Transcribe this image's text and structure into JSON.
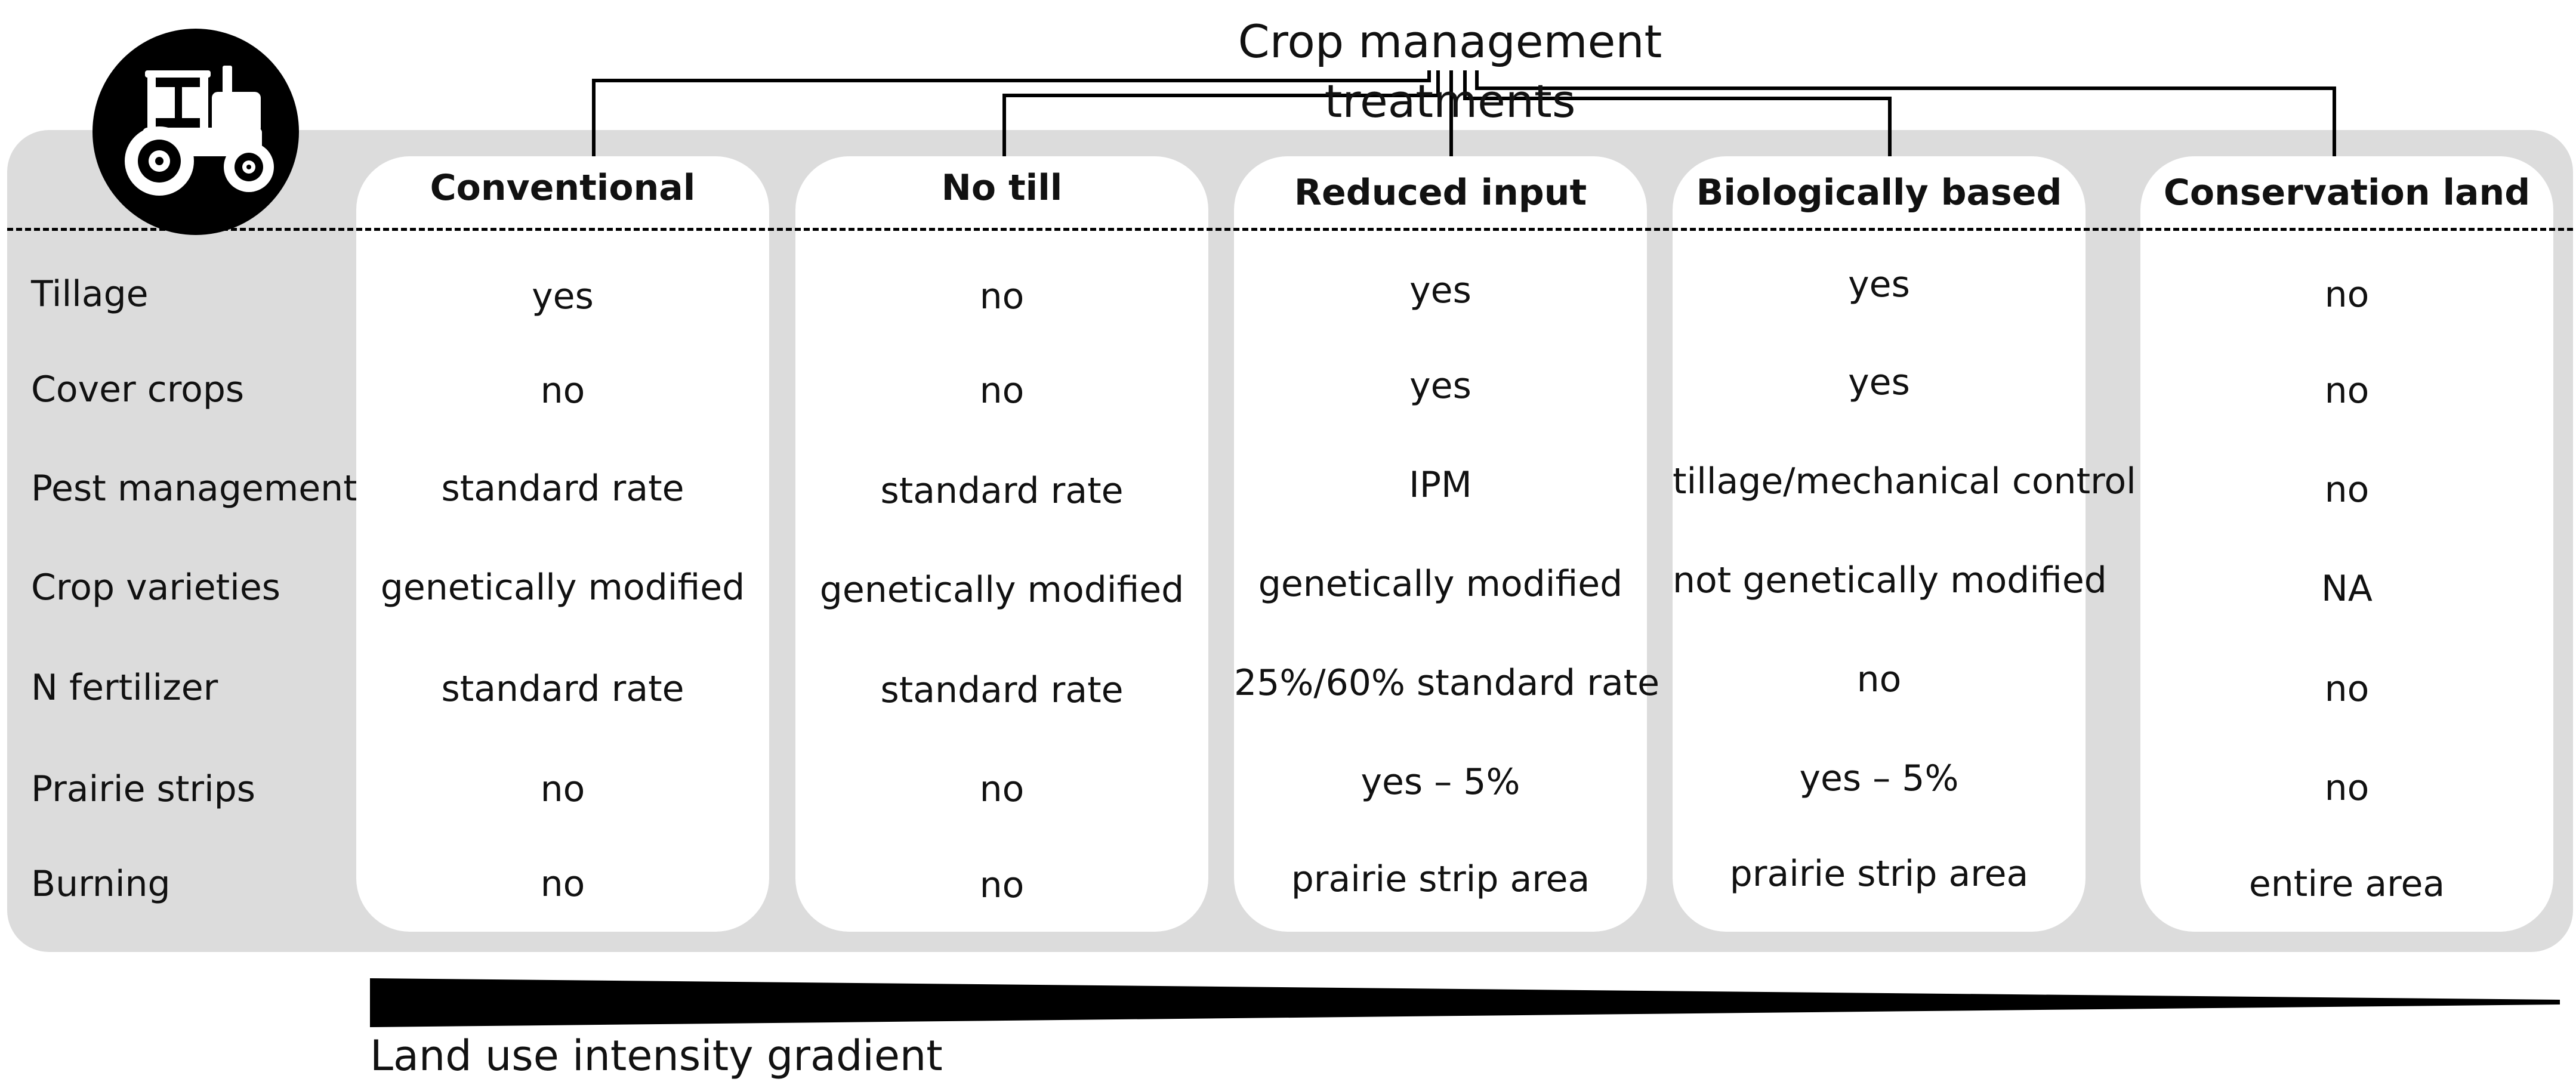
{
  "heading": "Crop management treatments",
  "row_labels": [
    "Tillage",
    "Cover crops",
    "Pest management",
    "Crop varieties",
    "N fertilizer",
    "Prairie strips",
    "Burning"
  ],
  "columns": [
    {
      "title": "Conventional",
      "cells": [
        "yes",
        "no",
        "standard rate",
        "genetically modified",
        "standard rate",
        "no",
        "no"
      ]
    },
    {
      "title": "No till",
      "cells": [
        "no",
        "no",
        "standard rate",
        "genetically modified",
        "standard rate",
        "no",
        "no"
      ]
    },
    {
      "title": "Reduced input",
      "cells": [
        "yes",
        "yes",
        "IPM",
        "genetically modified",
        "25%/60% standard rate",
        "yes – 5%",
        "prairie strip area"
      ]
    },
    {
      "title": "Biologically based",
      "cells": [
        "yes",
        "yes",
        "tillage/mechanical control",
        "not genetically modified",
        "no",
        "yes – 5%",
        "prairie strip area"
      ]
    },
    {
      "title": "Conservation land",
      "cells": [
        "no",
        "no",
        "no",
        "NA",
        "no",
        "no",
        "entire area"
      ]
    }
  ],
  "gradient_label": "Land use intensity gradient",
  "icons": {
    "tractor": "tractor-icon"
  },
  "colors": {
    "panel": "#dcdcdc",
    "column": "#ffffff",
    "ink": "#000000"
  }
}
